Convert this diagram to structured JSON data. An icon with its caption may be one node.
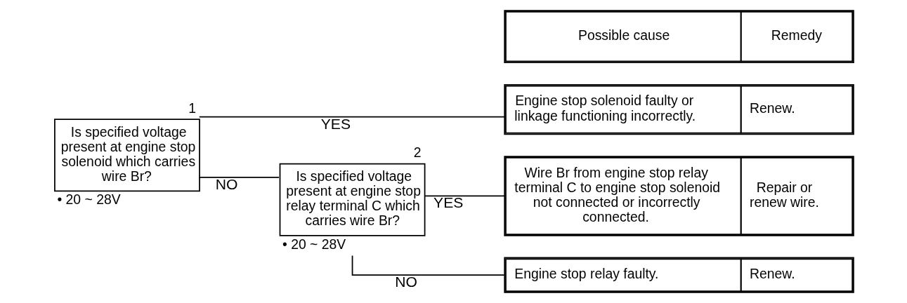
{
  "diagram": {
    "nodes": [
      {
        "text": [
          "Possible cause",
          "Remedy"
        ]
      },
      {
        "text": [
          "Is specified voltage present at engine stop solenoid which carries wire Br?"
        ],
        "beside": [
          "1",
          "• 20 ~ 28V"
        ]
      },
      {
        "text": [
          "Is specified voltage present at engine stop relay terminal C which carries wire Br?"
        ],
        "beside": [
          "2",
          "• 20 ~ 28V"
        ]
      },
      {
        "text": [
          "Engine stop solenoid faulty or linkage functioning incorrectly.",
          "Renew."
        ]
      },
      {
        "text": [
          "Wire Br from engine stop relay terminal C to engine stop solenoid not connected or incorrectly connected.",
          "Repair or renew wire."
        ]
      },
      {
        "text": [
          "Engine stop relay faulty.",
          "Renew."
        ]
      }
    ],
    "edges": [
      {
        "from": 1,
        "to": 3,
        "arrow": "none",
        "label": "YES"
      },
      {
        "from": 1,
        "to": 2,
        "arrow": "none",
        "label": "NO"
      },
      {
        "from": 2,
        "to": 4,
        "arrow": "none",
        "label": "YES"
      },
      {
        "from": 2,
        "to": 5,
        "arrow": "none",
        "label": "NO"
      }
    ]
  }
}
